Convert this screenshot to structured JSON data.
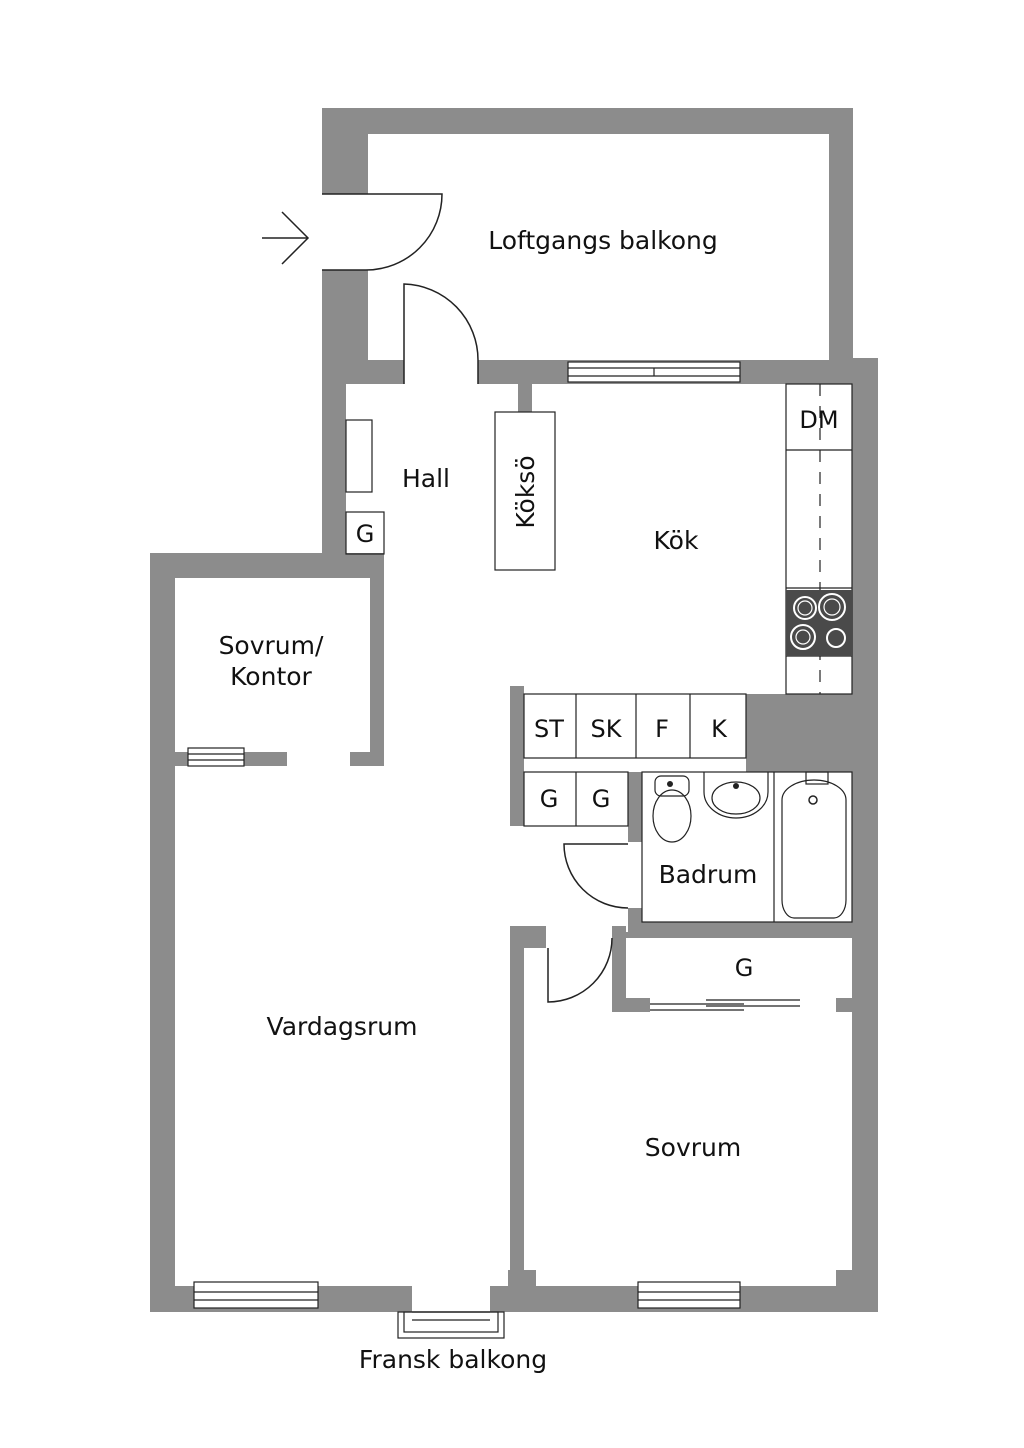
{
  "colors": {
    "wall": "#8c8c8c",
    "background": "#ffffff",
    "line": "#222222",
    "stove": "#4a4a4a"
  },
  "rooms": {
    "loftgang": "Loftgangs balkong",
    "hall": "Hall",
    "kok": "Kök",
    "kokso": "Köksö",
    "sovrum_kontor_line1": "Sovrum/",
    "sovrum_kontor_line2": "Kontor",
    "badrum": "Badrum",
    "vardagsrum": "Vardagsrum",
    "sovrum": "Sovrum",
    "fransk_balkong": "Fransk balkong"
  },
  "fixtures": {
    "dm": "DM",
    "st": "ST",
    "sk": "SK",
    "f": "F",
    "k": "K",
    "g_hall": "G",
    "g_left": "G",
    "g_right": "G",
    "g_wardrobe": "G"
  },
  "icons": {
    "entrance": "entrance-arrow-icon",
    "stove": "stove-icon",
    "toilet": "toilet-icon",
    "sink": "sink-icon",
    "bathtub": "bathtub-icon"
  }
}
